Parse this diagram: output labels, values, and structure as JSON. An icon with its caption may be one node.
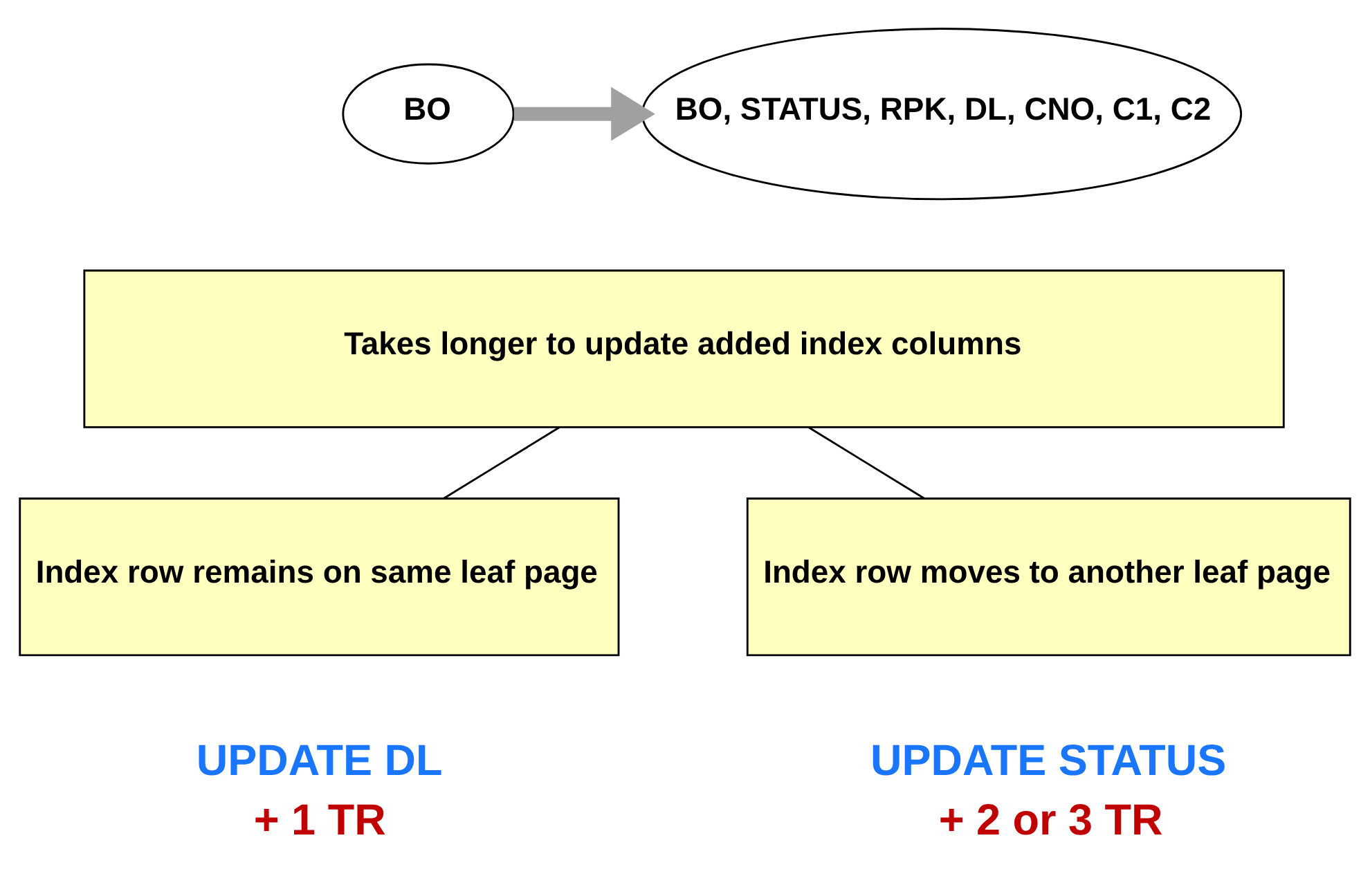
{
  "diagram": {
    "nodes": [
      {
        "text": [
          "BO"
        ]
      },
      {
        "text": [
          "BO, STATUS, RPK, DL, CNO, C1, C2"
        ]
      },
      {
        "text": [
          "Takes longer to update added index columns"
        ]
      },
      {
        "text": [
          "Index row remains on same leaf page"
        ],
        "beside": [
          "UPDATE DL",
          "+ 1 TR"
        ]
      },
      {
        "text": [
          "Index row moves to another leaf page"
        ],
        "beside": [
          "UPDATE STATUS",
          "+ 2 or 3 TR"
        ]
      }
    ],
    "edges": [
      {
        "from": 0,
        "to": 1,
        "arrow": "to",
        "style": "thick",
        "color": "#a0a0a0"
      },
      {
        "from": 2,
        "to": 3,
        "arrow": "none"
      },
      {
        "from": 2,
        "to": 4,
        "arrow": "none"
      }
    ]
  }
}
